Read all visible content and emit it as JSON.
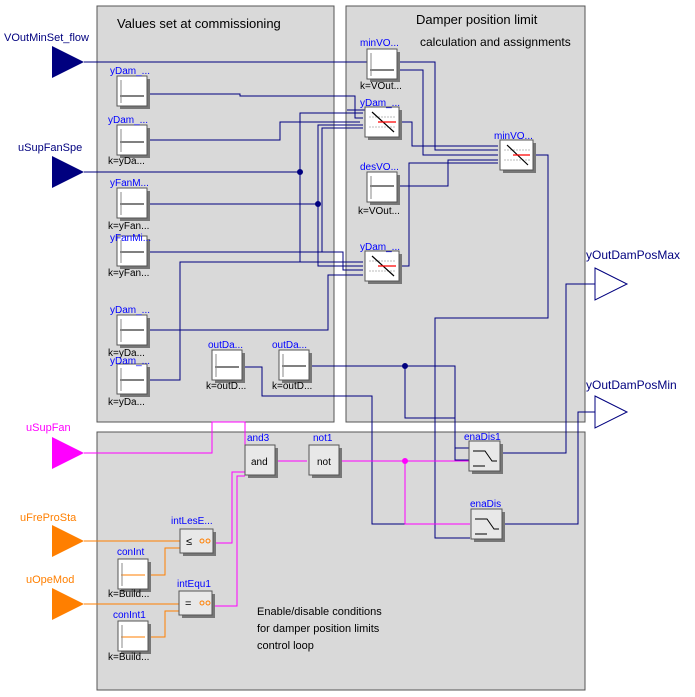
{
  "panels": {
    "commissioning_title": "Values set at commissioning",
    "damper_title_line1": "Damper position limit",
    "damper_title_line2": "calculation and assignments",
    "enable_text_line1": "Enable/disable conditions",
    "enable_text_line2": "for damper position limits",
    "enable_text_line3": "control loop"
  },
  "inputs": {
    "vout_min_set_flow": "VOutMinSet_flow",
    "usupfanspe": "uSupFanSpe",
    "usupfan": "uSupFan",
    "ufreprosta": "uFreProSta",
    "uopemod": "uOpeMod"
  },
  "outputs": {
    "youtdamposmax": "yOutDamPosMax",
    "youtdamposmin": "yOutDamPosMin"
  },
  "constants": {
    "c1_name": "yDam_...",
    "c1_k": "",
    "c2_name": "yDam_...",
    "c2_k": "k=yDa...",
    "c3_name": "yFanM...",
    "c3_k": "k=yFan...",
    "c4_name": "yFanMi...",
    "c4_k": "k=yFan...",
    "c5_name": "yDam_...",
    "c5_k": "k=yDa...",
    "c6_name": "yDam_...",
    "c6_k": "k=yDa...",
    "c7_name": "outDa...",
    "c7_k": "k=outD...",
    "c8_name": "outDa...",
    "c8_k": "k=outD...",
    "minvo_name": "minVO...",
    "minvo_k": "k=VOut...",
    "desvo_name": "desVO...",
    "desvo_k": "k=VOut...",
    "conint_name": "conInt",
    "conint_k": "k=Build...",
    "conint1_name": "conInt1",
    "conint1_k": "k=Build..."
  },
  "blocks": {
    "ydam_line1": "yDam_...",
    "ydam_line2": "yDam_...",
    "minvo_line": "minVO...",
    "and3_name": "and3",
    "and3_text": "and",
    "not1_name": "not1",
    "not1_text": "not",
    "intles_name": "intLesE...",
    "intles_symbol": "≤",
    "intequ_name": "intEqu1",
    "intequ_symbol": "=",
    "enadis1_name": "enaDis1",
    "enadis_name": "enaDis"
  },
  "colors": {
    "real": "#00007f",
    "boolean": "#ff00ff",
    "integer": "#ff7f00",
    "label_blue": "#0000ff"
  }
}
